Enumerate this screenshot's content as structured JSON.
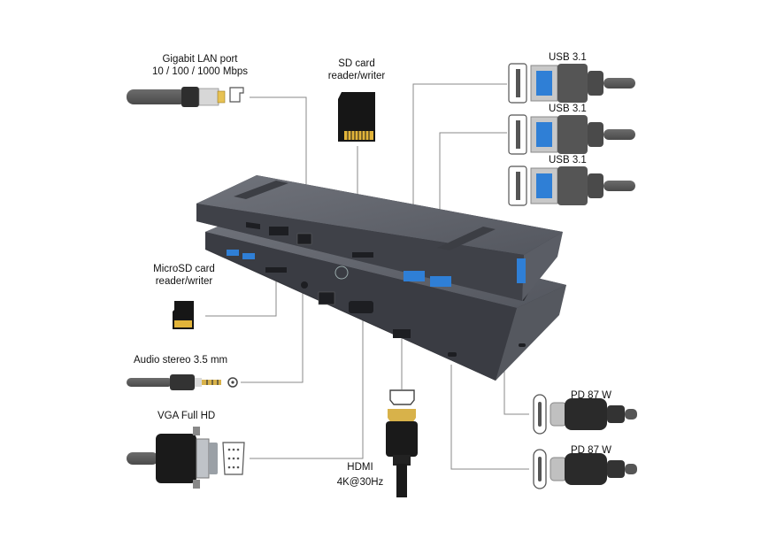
{
  "labels": {
    "lan_title": "Gigabit LAN port",
    "lan_speed": "10 / 100 / 1000 Mbps",
    "sd_line1": "SD card",
    "sd_line2": "reader/writer",
    "usb1": "USB 3.1",
    "usb2": "USB 3.1",
    "usb3": "USB 3.1",
    "microsd_line1": "MicroSD card",
    "microsd_line2": "reader/writer",
    "audio": "Audio stereo 3.5 mm",
    "vga": "VGA Full HD",
    "hdmi_line1": "HDMI",
    "hdmi_line2": "4K@30Hz",
    "pd1": "PD 87 W",
    "pd2": "PD 87 W"
  },
  "colors": {
    "dock_body": "#4b4d55",
    "dock_top": "#5d6068",
    "cable": "#5a5a5a",
    "usb_blue": "#2f7fd6",
    "leader_line": "#8a8a8a",
    "sd_card": "#1a1a1a",
    "gold_pins": "#e2b43a"
  },
  "icons": [
    "ethernet-plug-icon",
    "ethernet-port-icon",
    "sd-card-icon",
    "usb-a-port-icon",
    "usb-a-plug-icon",
    "microsd-card-icon",
    "audio-jack-icon",
    "vga-plug-icon",
    "vga-port-icon",
    "hdmi-port-icon",
    "hdmi-plug-icon",
    "usb-c-port-icon",
    "usb-c-plug-icon",
    "docking-station"
  ]
}
